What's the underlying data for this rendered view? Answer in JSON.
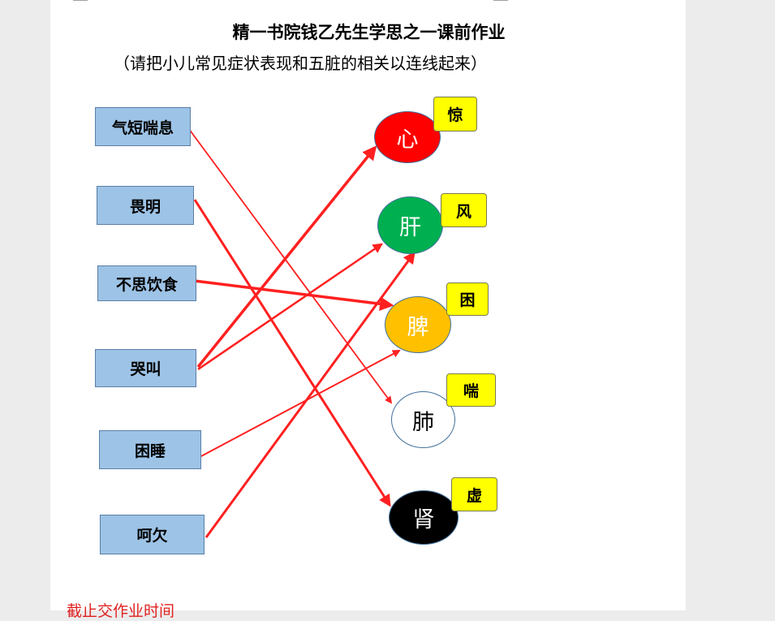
{
  "title": "精一书院钱乙先生学思之一课前作业",
  "subtitle": "（请把小儿常见症状表现和五脏的相关以连线起来）",
  "symptoms": [
    "气短喘息",
    "畏明",
    "不思饮食",
    "哭叫",
    "困睡",
    "呵欠"
  ],
  "organs": [
    {
      "label": "心",
      "tag": "惊",
      "fill": "#ff0000",
      "text_color": "#ffffff"
    },
    {
      "label": "肝",
      "tag": "风",
      "fill": "#00b050",
      "text_color": "#ffffff"
    },
    {
      "label": "脾",
      "tag": "困",
      "fill": "#ffc000",
      "text_color": "#ffffff"
    },
    {
      "label": "肺",
      "tag": "喘",
      "fill": "#ffffff",
      "text_color": "#000000"
    },
    {
      "label": "肾",
      "tag": "虚",
      "fill": "#000000",
      "text_color": "#ffffff"
    }
  ],
  "connections": [
    {
      "from": "气短喘息",
      "to": "肺"
    },
    {
      "from": "畏明",
      "to": "肾"
    },
    {
      "from": "不思饮食",
      "to": "脾"
    },
    {
      "from": "哭叫",
      "to": "心"
    },
    {
      "from": "哭叫",
      "to": "肝"
    },
    {
      "from": "困睡",
      "to": "脾"
    },
    {
      "from": "呵欠",
      "to": "肝"
    }
  ],
  "footer": "截止交作业时间"
}
